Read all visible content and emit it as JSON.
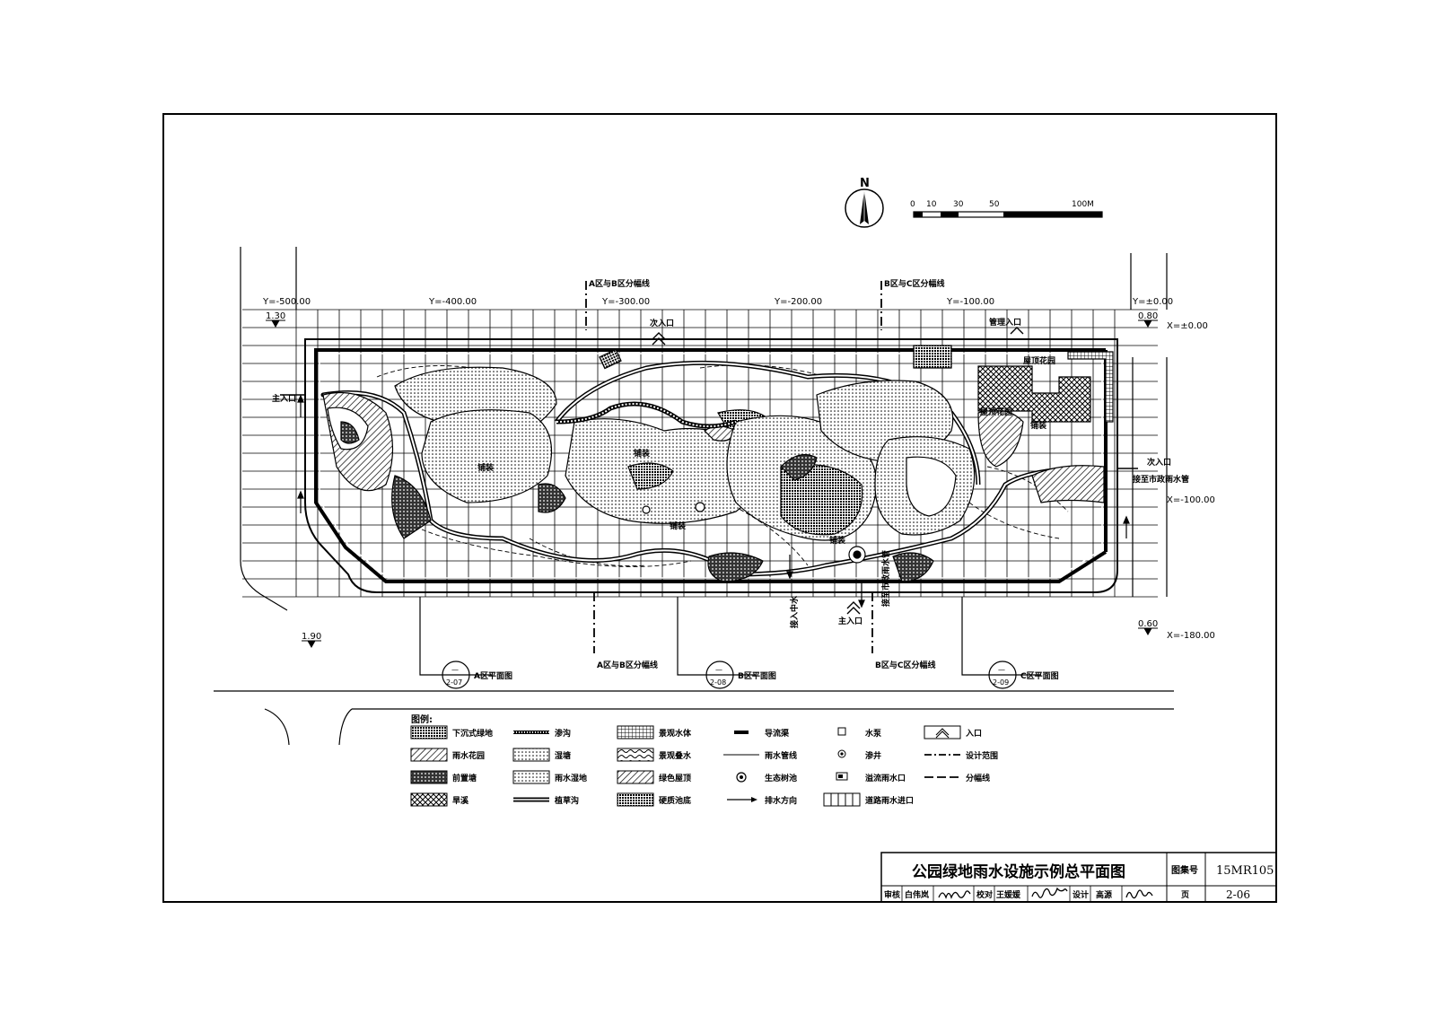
{
  "compass": {
    "north_label": "N"
  },
  "scale_bar": {
    "ticks": [
      "0",
      "10",
      "30",
      "50",
      "100M"
    ]
  },
  "coord_labels": {
    "y_minus_500": "Y=-500.00",
    "y_minus_400": "Y=-400.00",
    "y_minus_300": "Y=-300.00",
    "y_minus_200": "Y=-200.00",
    "y_minus_100": "Y=-100.00",
    "y_zero": "Y=±0.00",
    "x_zero": "X=±0.00",
    "x_minus_100": "X=-100.00",
    "x_minus_180": "X=-180.00"
  },
  "elevations": {
    "nw": "1.30",
    "ne": "0.80",
    "sw": "1.90",
    "se": "0.60"
  },
  "division_lines": {
    "ab_top": "A区与B区分幅线",
    "bc_top": "B区与C区分幅线",
    "ab_bottom": "A区与B区分幅线",
    "bc_bottom": "B区与C区分幅线"
  },
  "plan_labels": {
    "main_entrance_west": "主入口",
    "secondary_entrance_north": "次入口",
    "manage_entrance": "管理入口",
    "secondary_entrance_east": "次入口",
    "main_entrance_south": "主入口",
    "city_pipe_east": "接至市政雨水管",
    "city_pipe_south": "接至市政雨水管",
    "tap_water": "接入中水",
    "paving_1": "铺装",
    "paving_2": "铺装",
    "paving_3": "铺装",
    "paving_4": "铺装",
    "paving_5": "铺装",
    "roof_garden_1": "屋顶花园",
    "roof_garden_2": "屋顶花园"
  },
  "index_markers": [
    {
      "symbol": "—",
      "sheet": "2-07",
      "label": "A区平面图"
    },
    {
      "symbol": "—",
      "sheet": "2-08",
      "label": "B区平面图"
    },
    {
      "symbol": "—",
      "sheet": "2-09",
      "label": "C区平面图"
    }
  ],
  "legend": {
    "title": "图例:",
    "items": [
      "下沉式绿地",
      "渗沟",
      "景观水体",
      "导流渠",
      "水泵",
      "入口",
      "雨水花园",
      "湿塘",
      "景观叠水",
      "雨水管线",
      "渗井",
      "设计范围",
      "前置塘",
      "雨水湿地",
      "绿色屋顶",
      "生态树池",
      "溢流雨水口",
      "分幅线",
      "旱溪",
      "植草沟",
      "硬质池底",
      "排水方向",
      "道路雨水进口"
    ]
  },
  "title_block": {
    "title": "公园绿地雨水设施示例总平面图",
    "atlas_label": "图集号",
    "atlas_no": "15MR105",
    "review_label": "审核",
    "review_name": "白伟岚",
    "check_label": "校对",
    "check_name": "王媛媛",
    "design_label": "设计",
    "design_name": "高源",
    "page_label": "页",
    "page_no": "2-06"
  }
}
